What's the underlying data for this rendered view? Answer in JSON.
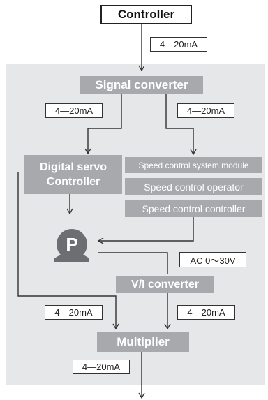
{
  "nodes": {
    "controller": "Controller",
    "signal_converter": "Signal converter",
    "digital_servo_line1": "Digital servo",
    "digital_servo_line2": "Controller",
    "speed_module": "Speed control system module",
    "speed_operator": "Speed control operator",
    "speed_controller": "Speed control controller",
    "pump": "P",
    "vi_converter": "V/I converter",
    "multiplier": "Multiplier"
  },
  "labels": {
    "ma_top": "4—20mA",
    "ma_left": "4—20mA",
    "ma_right": "4—20mA",
    "ac": "AC 0〜30V",
    "ma_bottom_left": "4—20mA",
    "ma_bottom_right": "4—20mA",
    "ma_output": "4—20mA"
  },
  "colors": {
    "panel": "#e6e7e8",
    "box": "#a7a9ac",
    "pump": "#6d6e71",
    "line": "#333333"
  }
}
